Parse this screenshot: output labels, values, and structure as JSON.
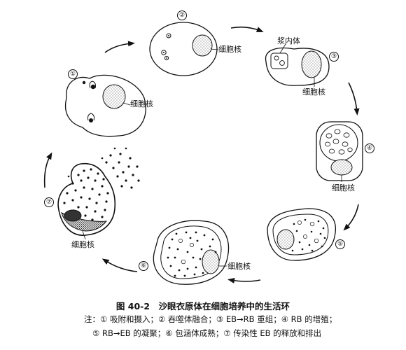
{
  "labels": {
    "nucleus": "细胞核",
    "inclusion_body": "浆内体"
  },
  "stages": [
    {
      "num": "①"
    },
    {
      "num": "②"
    },
    {
      "num": "③"
    },
    {
      "num": "④"
    },
    {
      "num": "⑤"
    },
    {
      "num": "⑥"
    },
    {
      "num": "⑦"
    }
  ],
  "caption": {
    "title": "图 40-2　沙眼衣原体在细胞培养中的生活环",
    "note_line1": "注：① 吸附和摄入；② 吞噬体融合；③ EB→RB 重组；④ RB 的增殖；",
    "note_line2": "⑤ RB→EB 的凝聚；⑥ 包涵体成熟；⑦ 传染性 EB 的释放和排出"
  }
}
